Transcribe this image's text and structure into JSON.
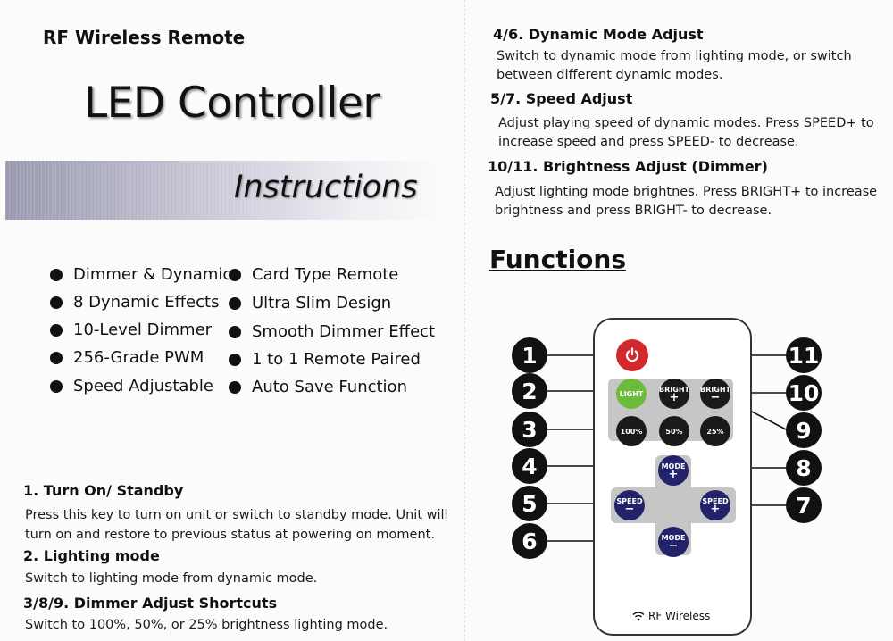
{
  "header": {
    "brand": "RF Wireless Remote",
    "title": "LED Controller",
    "subtitle": "Instructions"
  },
  "features_left": [
    "Dimmer & Dynamic",
    "8 Dynamic Effects",
    "10-Level Dimmer",
    "256-Grade PWM",
    "Speed Adjustable"
  ],
  "features_right": [
    "Card Type Remote",
    "Ultra Slim Design",
    "Smooth Dimmer Effect",
    "1 to 1 Remote Paired",
    "Auto Save Function"
  ],
  "sections_left": [
    {
      "heading": "1. Turn On/ Standby",
      "lines": [
        "Press this key to turn on unit or switch to standby mode. Unit will",
        "turn on and restore to previous status at powering on moment."
      ]
    },
    {
      "heading": "2. Lighting mode",
      "lines": [
        "Switch to lighting  mode from dynamic mode."
      ]
    },
    {
      "heading": "3/8/9. Dimmer Adjust Shortcuts",
      "lines": [
        "Switch to 100%, 50%, or 25%  brightness lighting mode."
      ]
    }
  ],
  "sections_right": [
    {
      "heading": "4/6. Dynamic Mode Adjust",
      "lines": [
        "Switch to dynamic mode from lighting mode, or switch",
        "between different dynamic modes."
      ]
    },
    {
      "heading": "5/7. Speed Adjust",
      "lines": [
        "Adjust playing speed of dynamic modes. Press SPEED+ to",
        "increase speed and press SPEED- to decrease."
      ]
    },
    {
      "heading": "10/11. Brightness Adjust (Dimmer)",
      "lines": [
        "Adjust lighting mode brightnes. Press BRIGHT+ to increase",
        "brightness and press BRIGHT- to decrease."
      ]
    }
  ],
  "functions_title": "Functions",
  "remote": {
    "keys": {
      "light": "LIGHT",
      "bright_plus": "BRIGHT",
      "bright_minus": "BRIGHT",
      "p100": "100%",
      "p50": "50%",
      "p25": "25%",
      "mode_plus": "MODE",
      "mode_minus": "MODE",
      "speed_minus": "SPEED",
      "speed_plus": "SPEED",
      "plus": "+",
      "minus": "−"
    },
    "footer": "RF Wireless"
  },
  "badges": [
    "1",
    "2",
    "3",
    "4",
    "5",
    "6",
    "7",
    "8",
    "9",
    "10",
    "11"
  ],
  "colors": {
    "power": "#d2292c",
    "light": "#6dbb3c",
    "navy": "#23236a",
    "black": "#1a1a1a"
  }
}
